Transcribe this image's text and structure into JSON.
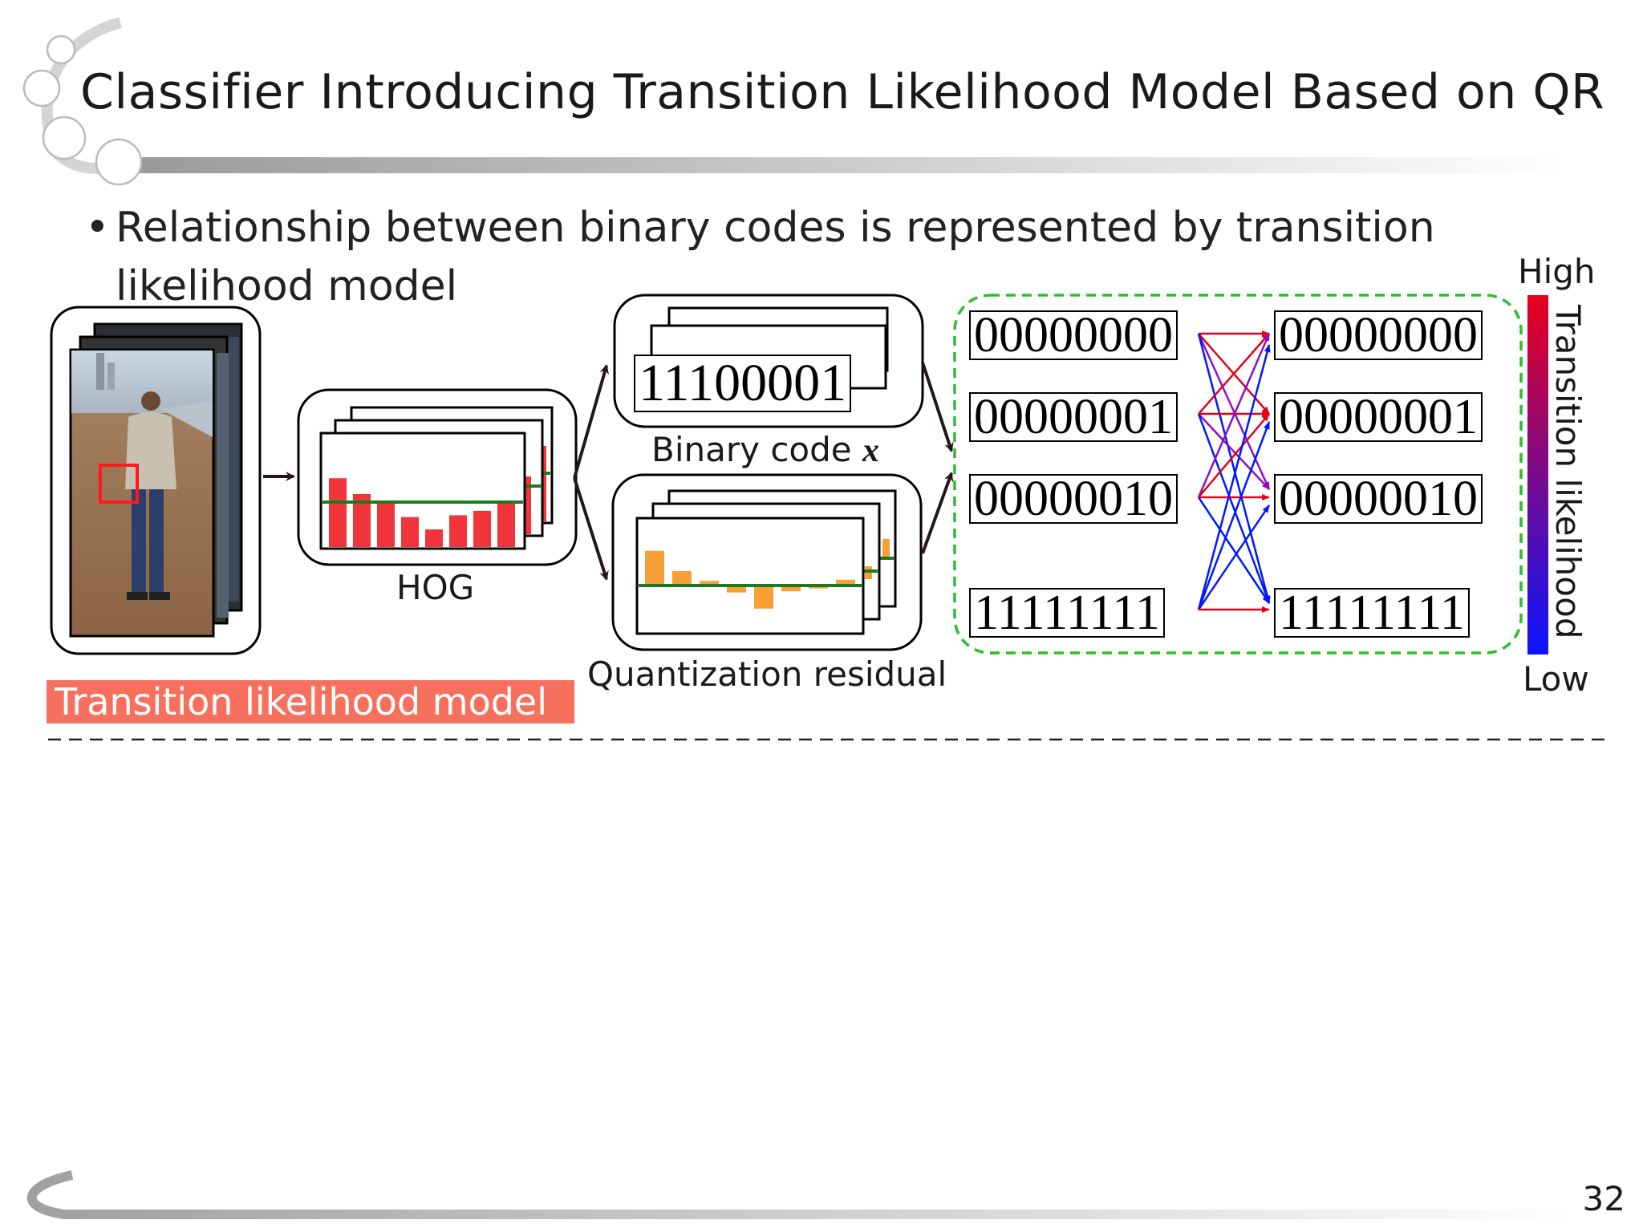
{
  "slide": {
    "title": "Classifier Introducing Transition Likelihood Model Based on QR",
    "bullet_marker": "•",
    "bullet_text": "Relationship between binary codes is represented by transition likelihood model",
    "page_number": "32"
  },
  "diagram": {
    "hog_label": "HOG",
    "binary_label": "Binary code",
    "binary_var": "x",
    "residual_label": "Quantization residual",
    "front_binary_code": "11100001",
    "left_codes": [
      "00000000",
      "00000001",
      "00000010",
      "11111111"
    ],
    "right_codes": [
      "00000000",
      "00000001",
      "00000010",
      "11111111"
    ],
    "colorbar": {
      "high": "High",
      "low": "Low",
      "label": "Transition likelihood",
      "high_color": "#e8001c",
      "low_color": "#0a14ff"
    },
    "model_badge": "Transition likelihood model",
    "hog_bar_heights": [
      0.78,
      0.6,
      0.52,
      0.34,
      0.2,
      0.36,
      0.41,
      0.5
    ],
    "residual_values": [
      0.6,
      0.25,
      0.08,
      -0.12,
      -0.4,
      -0.1,
      -0.05,
      0.1
    ],
    "colors": {
      "hog_bar": "#f2353b",
      "residual_bar": "#f7a035",
      "threshold_line": "#1e7a1e",
      "group_border": "#2cbf2c",
      "badge": "#f7705e"
    }
  }
}
